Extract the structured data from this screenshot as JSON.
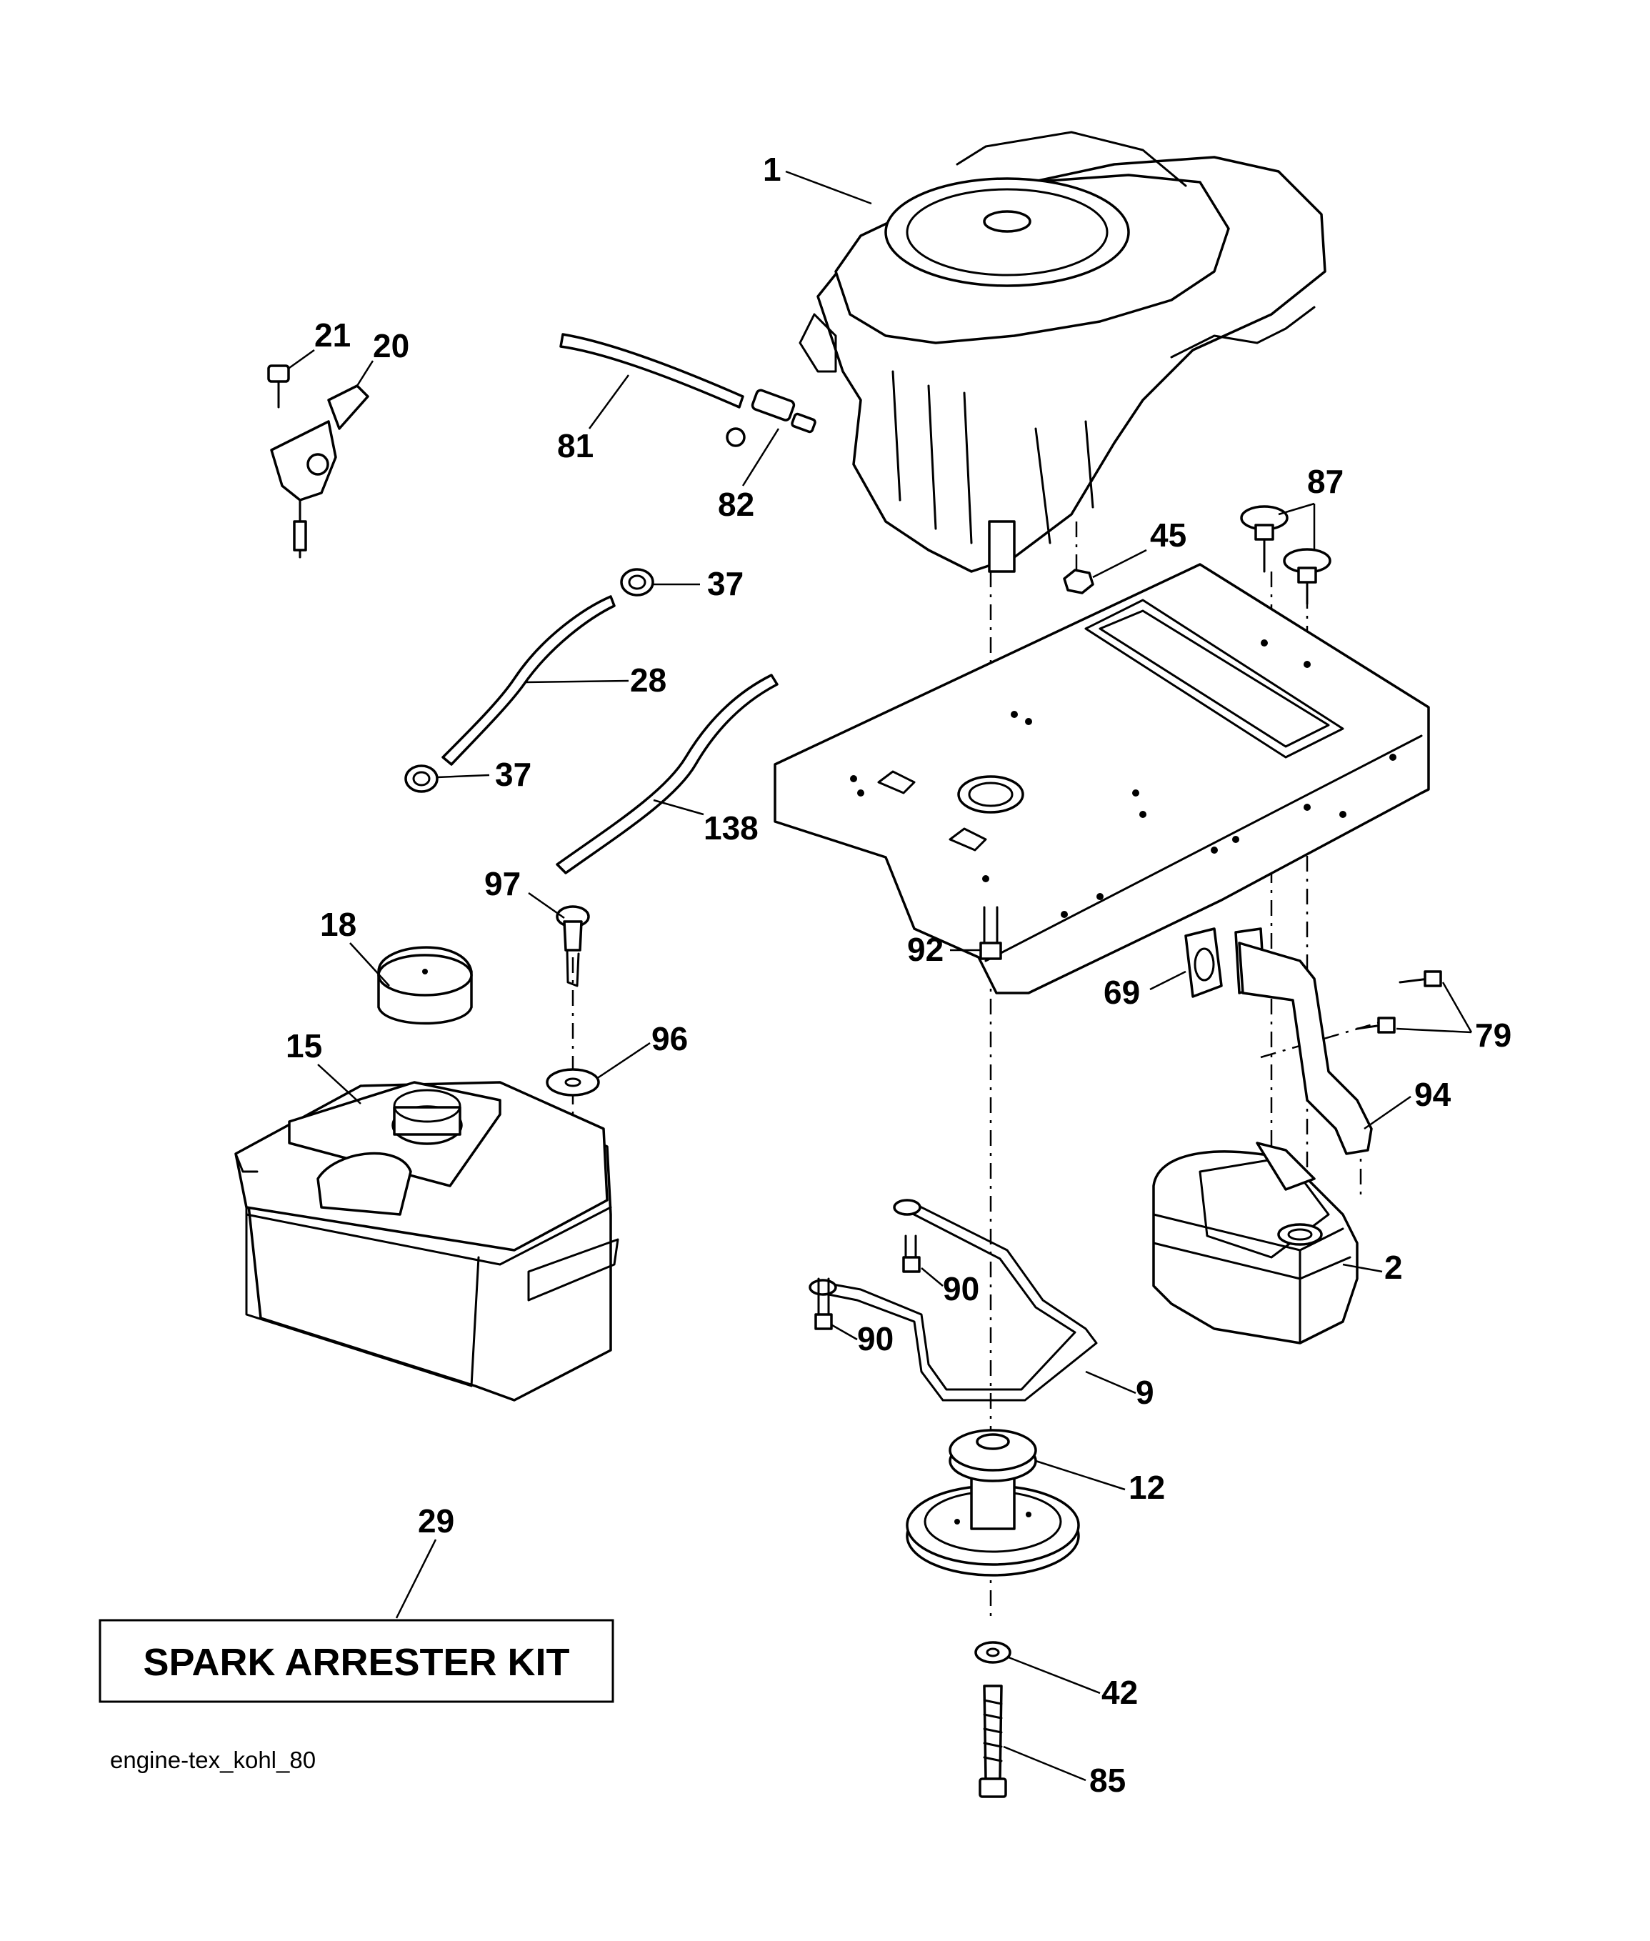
{
  "diagram": {
    "callouts": {
      "c1": "1",
      "c2": "2",
      "c9": "9",
      "c12": "12",
      "c15": "15",
      "c18": "18",
      "c20": "20",
      "c21": "21",
      "c28": "28",
      "c29": "29",
      "c37a": "37",
      "c37b": "37",
      "c42": "42",
      "c45": "45",
      "c69": "69",
      "c79": "79",
      "c81": "81",
      "c82": "82",
      "c85": "85",
      "c87": "87",
      "c90a": "90",
      "c90b": "90",
      "c92": "92",
      "c94": "94",
      "c96": "96",
      "c97": "97",
      "c138": "138"
    },
    "kit_label": "SPARK ARRESTER KIT",
    "file_id": "engine-tex_kohl_80"
  }
}
